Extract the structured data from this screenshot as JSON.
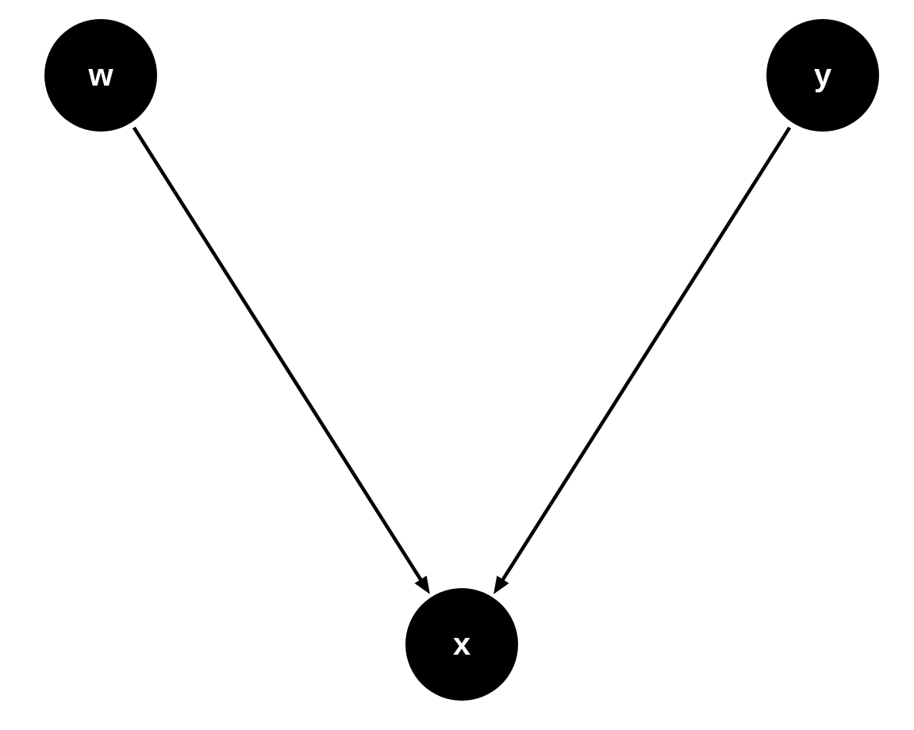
{
  "diagram": {
    "type": "directed-acyclic-graph",
    "node_fill": "#000000",
    "label_color": "#ffffff",
    "edge_color": "#000000",
    "nodes": [
      {
        "id": "w",
        "label": "w"
      },
      {
        "id": "y",
        "label": "y"
      },
      {
        "id": "x",
        "label": "x"
      }
    ],
    "edges": [
      {
        "from": "w",
        "to": "x"
      },
      {
        "from": "y",
        "to": "x"
      }
    ]
  }
}
